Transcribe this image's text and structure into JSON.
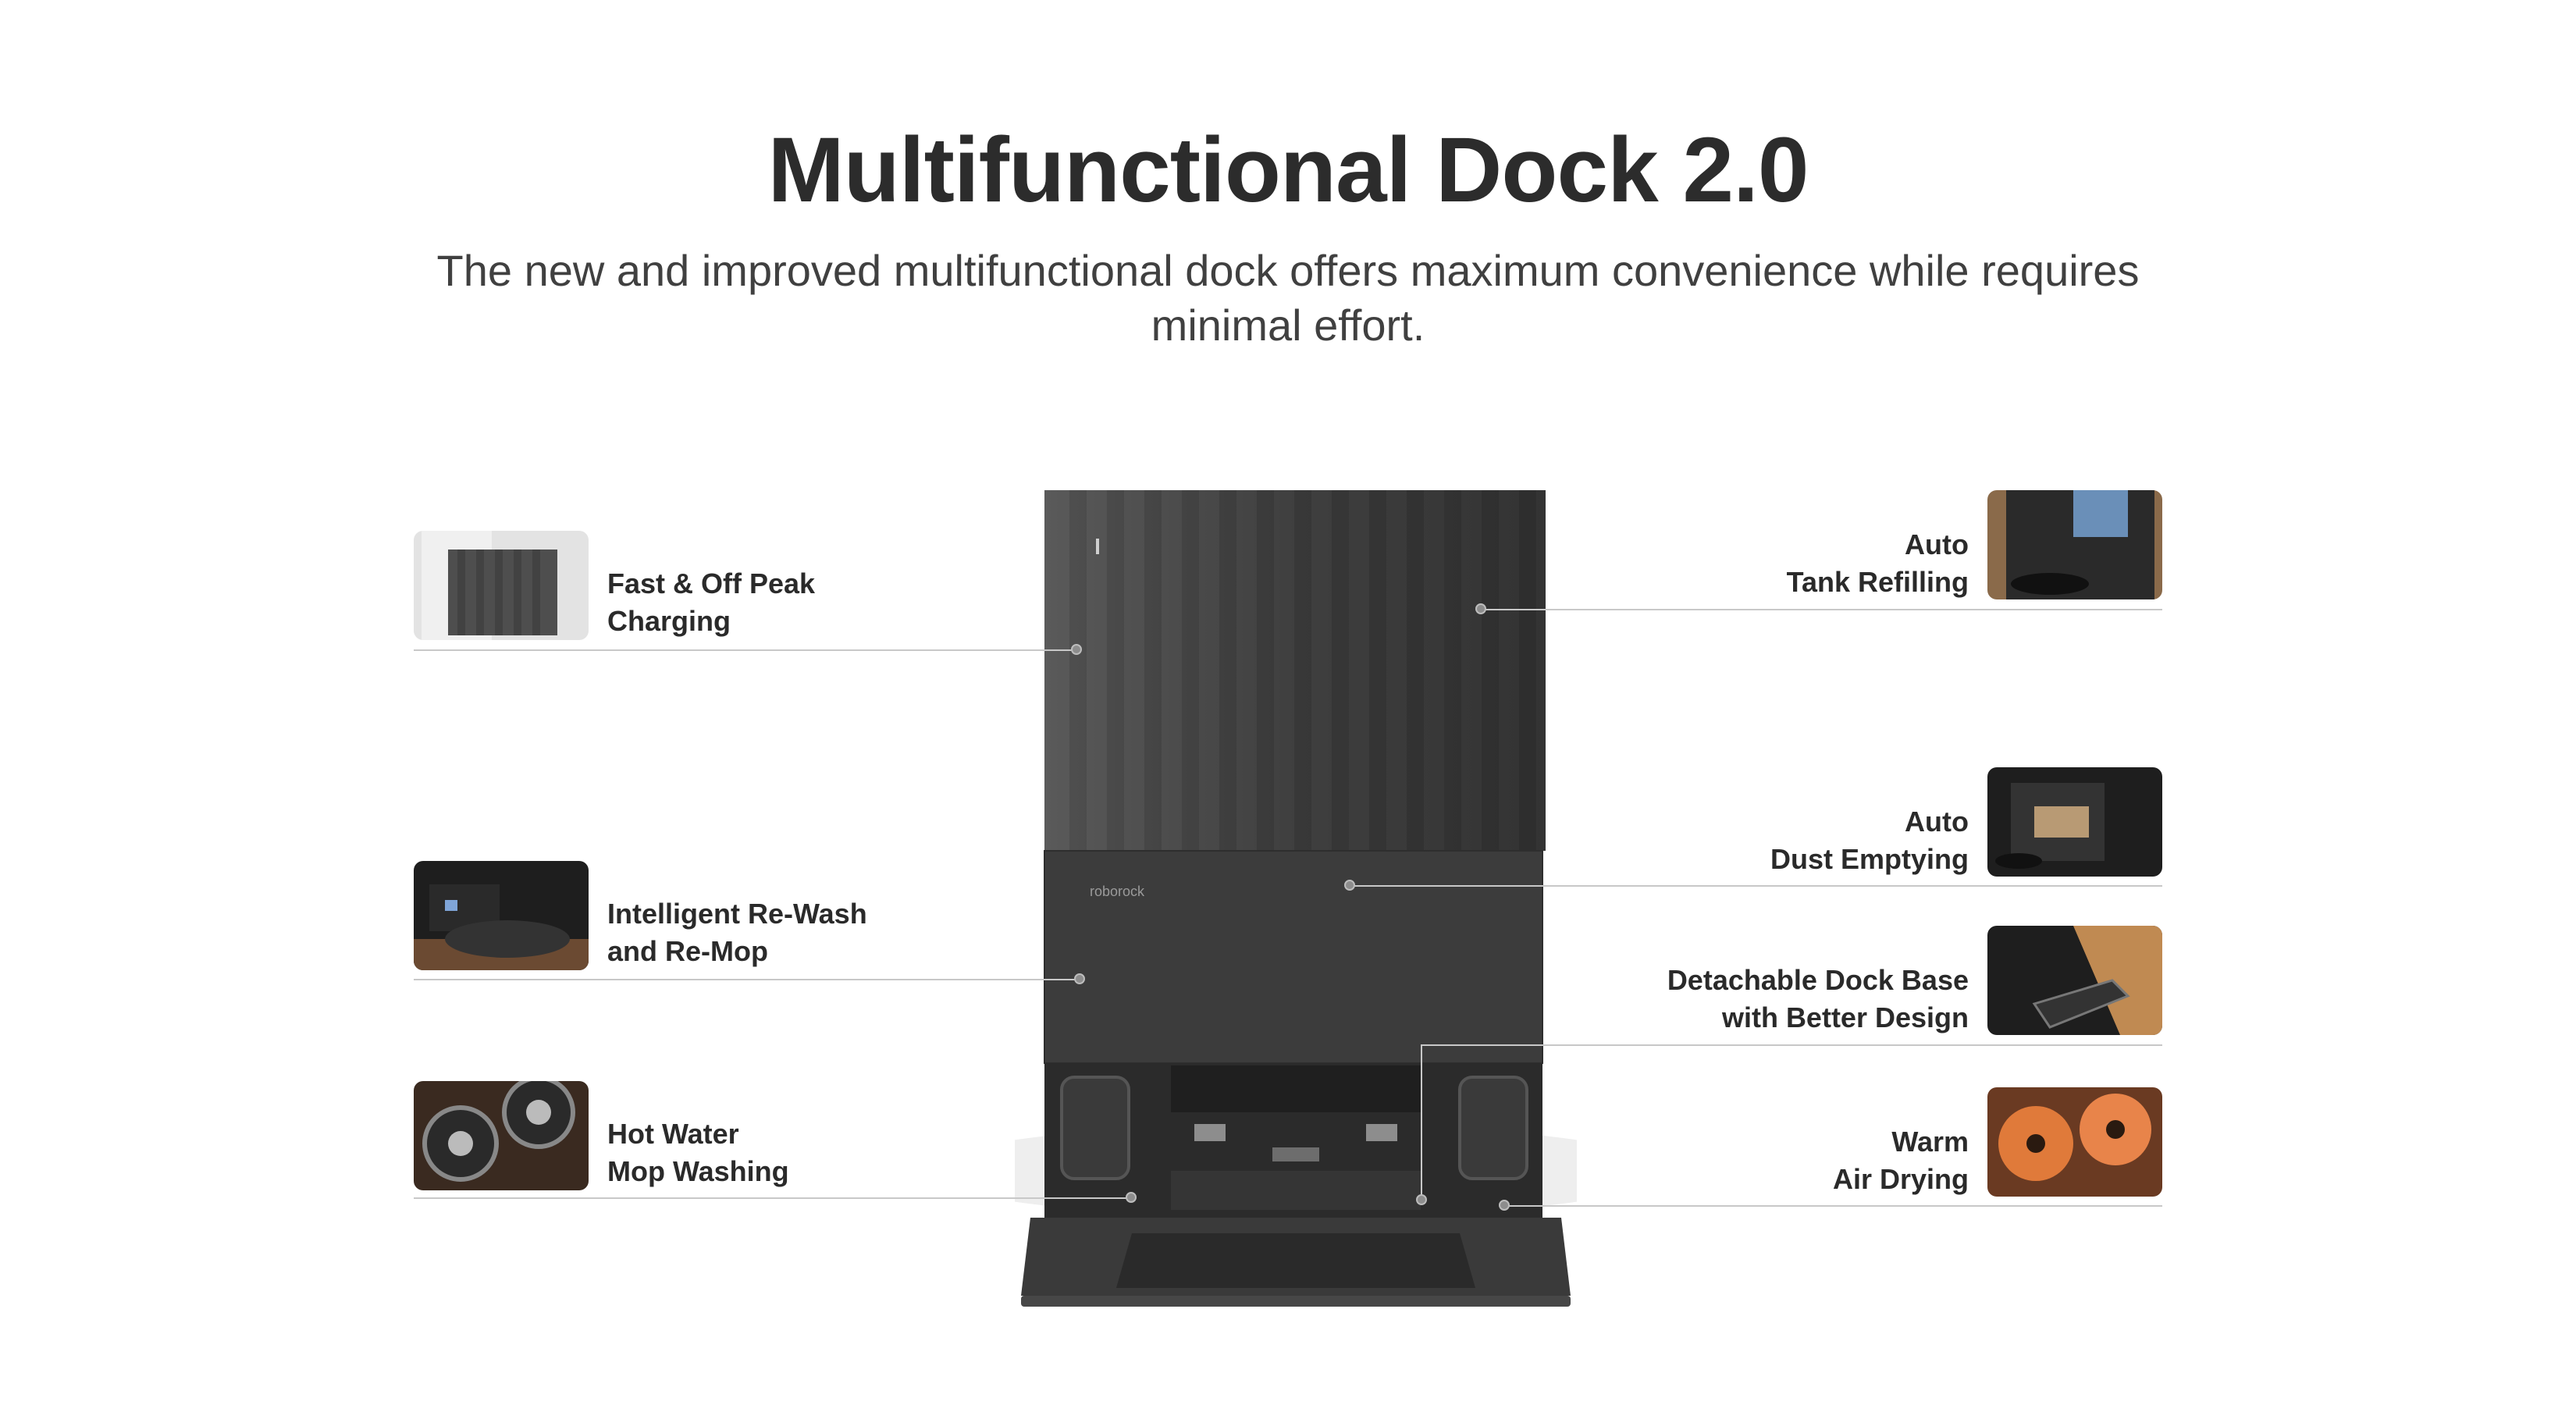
{
  "header": {
    "title": "Multifunctional Dock 2.0",
    "subtitle_line1": "The new and improved multifunctional dock offers maximum convenience while requires",
    "subtitle_line2": "minimal effort."
  },
  "dock": {
    "brand": "roborock"
  },
  "features_left": [
    {
      "line1": "Fast & Off Peak",
      "line2": "Charging",
      "thumb": "dock-charging-thumbnail"
    },
    {
      "line1": "Intelligent Re-Wash",
      "line2": "and Re-Mop",
      "thumb": "rewash-thumbnail"
    },
    {
      "line1": "Hot Water",
      "line2": "Mop Washing",
      "thumb": "mop-washing-thumbnail"
    }
  ],
  "features_right": [
    {
      "line1": "Auto",
      "line2": "Tank Refilling",
      "thumb": "tank-refilling-thumbnail"
    },
    {
      "line1": "Auto",
      "line2": "Dust Emptying",
      "thumb": "dust-emptying-thumbnail"
    },
    {
      "line1": "Detachable Dock Base",
      "line2": "with Better Design",
      "thumb": "dock-base-thumbnail"
    },
    {
      "line1": "Warm",
      "line2": "Air Drying",
      "thumb": "air-drying-thumbnail"
    }
  ],
  "colors": {
    "title": "#2c2c2c",
    "dock_body": "#3a3a3a",
    "rule": "#c8c8c8"
  }
}
